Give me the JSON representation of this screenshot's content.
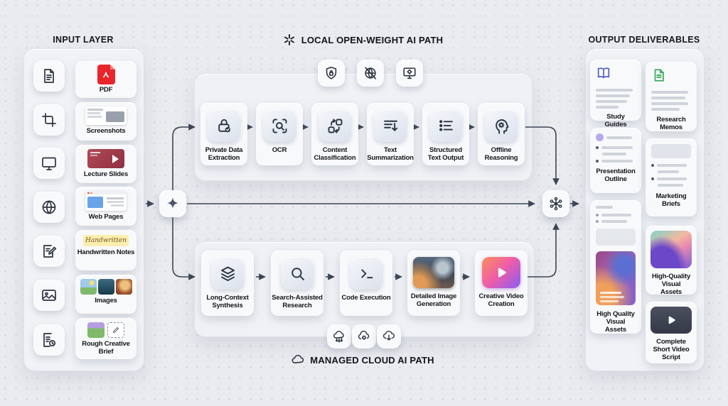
{
  "colors": {
    "line": "#3b4554",
    "background": "#e9ebef",
    "pdf_red": "#e8252b",
    "video_gradient_start": "#f98e5a",
    "video_gradient_end": "#8a5cf6",
    "book_blue": "#4a5cc8",
    "memo_green": "#3ba55c"
  },
  "input_layer": {
    "title": "INPUT LAYER",
    "source_icons": [
      {
        "icon": "document-icon"
      },
      {
        "icon": "crop-icon"
      },
      {
        "icon": "screen-icon"
      },
      {
        "icon": "globe-icon"
      },
      {
        "icon": "note-edit-icon"
      },
      {
        "icon": "image-icon"
      },
      {
        "icon": "document-clock-icon"
      }
    ],
    "cards": [
      {
        "label": "PDF"
      },
      {
        "label": "Screenshots"
      },
      {
        "label": "Lecture Slides"
      },
      {
        "label": "Web Pages"
      },
      {
        "label": "Handwritten Notes",
        "badge_text": "Handwritten"
      },
      {
        "label": "Images"
      },
      {
        "label": "Rough Creative Brief"
      }
    ]
  },
  "local_path": {
    "title": "LOCAL OPEN-WEIGHT AI PATH",
    "badges": [
      {
        "icon": "shield-lock-icon"
      },
      {
        "icon": "offline-globe-icon"
      },
      {
        "icon": "local-compute-icon"
      }
    ],
    "nodes": [
      {
        "label": "Private Data Extraction",
        "icon": "lock-check-icon"
      },
      {
        "label": "OCR",
        "icon": "ocr-scan-icon"
      },
      {
        "label": "Content Classification",
        "icon": "classification-icon"
      },
      {
        "label": "Text Summarization",
        "icon": "summarize-icon"
      },
      {
        "label": "Structured Text Output",
        "icon": "list-icon"
      },
      {
        "label": "Offline Reasoning",
        "icon": "reasoning-head-icon"
      }
    ]
  },
  "cloud_path": {
    "title": "MANAGED CLOUD AI PATH",
    "badges": [
      {
        "icon": "cloud-network-icon"
      },
      {
        "icon": "cloud-gear-icon"
      },
      {
        "icon": "cloud-download-icon"
      }
    ],
    "nodes": [
      {
        "label": "Long-Context Synthesis",
        "icon": "layers-icon"
      },
      {
        "label": "Search-Assisted Research",
        "icon": "search-icon"
      },
      {
        "label": "Code Execution",
        "icon": "terminal-icon"
      },
      {
        "label": "Detailed Image Generation",
        "icon": "generated-image-thumbnail"
      },
      {
        "label": "Creative Video Creation",
        "icon": "gradient-play-thumbnail"
      }
    ]
  },
  "output_layer": {
    "title": "OUTPUT DELIVERABLES",
    "cards": [
      {
        "label": "Study Guides"
      },
      {
        "label": "Research Memos"
      },
      {
        "label": "Presentation Outline"
      },
      {
        "label": "Marketing Briefs"
      },
      {
        "label": "High Quality Visual Assets"
      },
      {
        "label": "High-Quality Visual Assets"
      },
      {
        "label": "Complete Short Video Script"
      }
    ]
  }
}
